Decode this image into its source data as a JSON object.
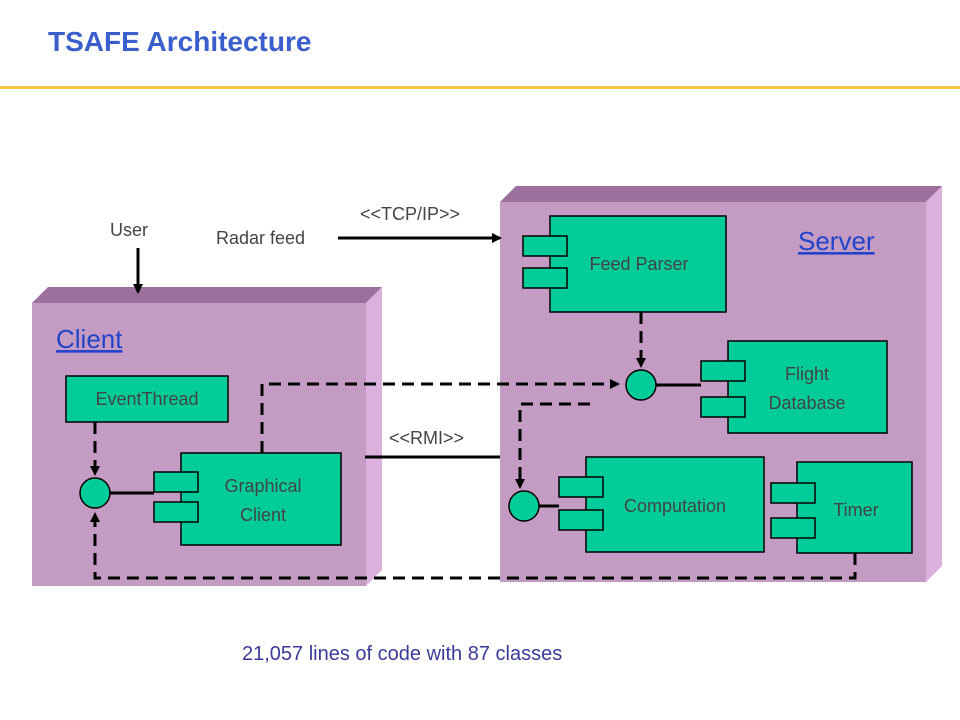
{
  "slide": {
    "title": "TSAFE Architecture",
    "footer": "21,057 lines of code with 87 classes"
  },
  "nodes": {
    "client": {
      "label": "Client"
    },
    "server": {
      "label": "Server"
    }
  },
  "components": {
    "event_thread": "EventThread",
    "graphical_client_line1": "Graphical",
    "graphical_client_line2": "Client",
    "feed_parser": "Feed Parser",
    "flight_database_line1": "Flight",
    "flight_database_line2": "Database",
    "computation": "Computation",
    "timer": "Timer"
  },
  "inputs": {
    "user": "User",
    "radar_feed": "Radar feed"
  },
  "connections": {
    "tcpip": "<<TCP/IP>>",
    "rmi": "<<RMI>>"
  },
  "colors": {
    "title": "#3a5fcd",
    "rule": "#f5c242",
    "node_front": "#c39bc3",
    "node_top": "#9c6f9c",
    "node_side": "#dcb0dc",
    "component": "#00cc99",
    "node_label": "#2244cc"
  }
}
